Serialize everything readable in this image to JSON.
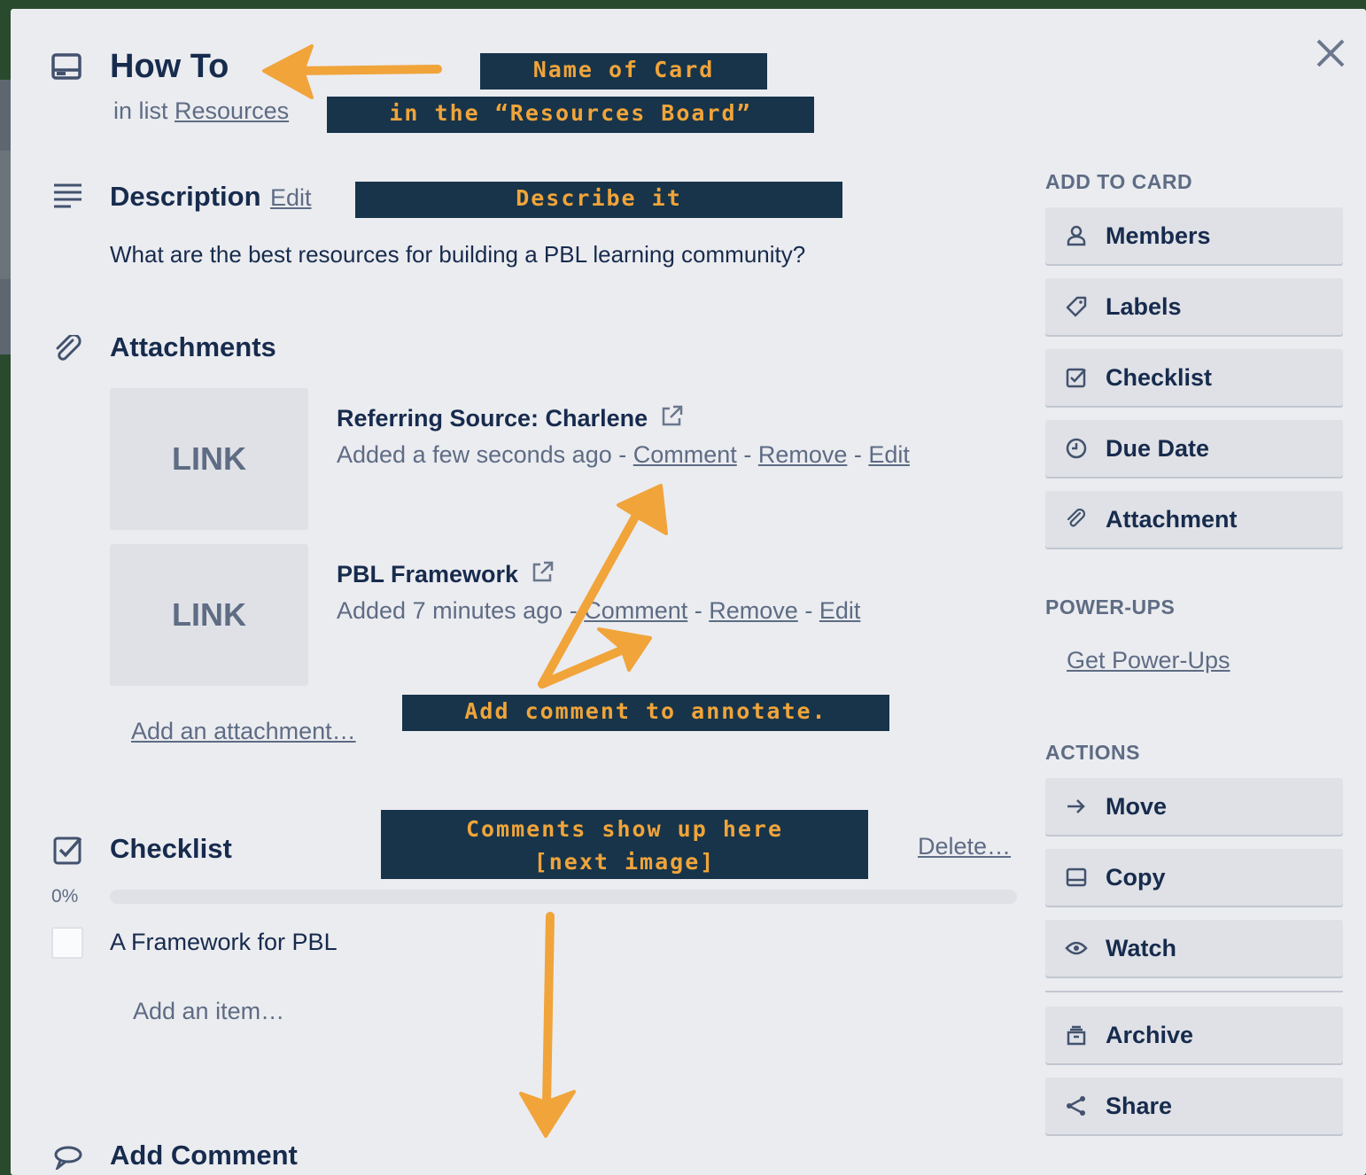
{
  "card": {
    "title": "How To",
    "in_list_prefix": "in list",
    "list_name": "Resources"
  },
  "description": {
    "heading": "Description",
    "edit_label": "Edit",
    "text": "What are the best resources for building a PBL learning community?"
  },
  "attachments": {
    "heading": "Attachments",
    "items": [
      {
        "thumb": "LINK",
        "name": "Referring Source: Charlene",
        "added": "Added a few seconds ago",
        "comment": "Comment",
        "remove": "Remove",
        "edit": "Edit"
      },
      {
        "thumb": "LINK",
        "name": "PBL Framework",
        "added": "Added 7 minutes ago",
        "comment": "Comment",
        "remove": "Remove",
        "edit": "Edit"
      }
    ],
    "separator": "-",
    "add_label": "Add an attachment…"
  },
  "checklist": {
    "heading": "Checklist",
    "delete_label": "Delete…",
    "percent": "0%",
    "progress": 0,
    "items": [
      {
        "text": "A Framework for PBL",
        "checked": false
      }
    ],
    "add_item_placeholder": "Add an item…"
  },
  "comment": {
    "heading": "Add Comment"
  },
  "sidebar": {
    "add_to_card_heading": "ADD TO CARD",
    "add_to_card": [
      {
        "label": "Members",
        "icon": "person-icon"
      },
      {
        "label": "Labels",
        "icon": "tag-icon"
      },
      {
        "label": "Checklist",
        "icon": "checkbox-icon"
      },
      {
        "label": "Due Date",
        "icon": "clock-icon"
      },
      {
        "label": "Attachment",
        "icon": "paperclip-icon"
      }
    ],
    "powerups_heading": "POWER-UPS",
    "get_powerups": "Get Power-Ups",
    "actions_heading": "ACTIONS",
    "actions": [
      {
        "label": "Move",
        "icon": "arrow-right-icon"
      },
      {
        "label": "Copy",
        "icon": "card-icon"
      },
      {
        "label": "Watch",
        "icon": "eye-icon"
      }
    ],
    "actions2": [
      {
        "label": "Archive",
        "icon": "archive-icon"
      },
      {
        "label": "Share",
        "icon": "share-icon"
      }
    ]
  },
  "callouts": {
    "name_of_card": "Name of Card",
    "resources_board": "in the “Resources Board”",
    "describe_it": "Describe it",
    "add_comment": "Add comment to annotate.",
    "comments_line1": "Comments show up here",
    "comments_line2": "[next image]"
  },
  "colors": {
    "modal_bg": "#ebecf0",
    "callout_bg": "#17344a",
    "callout_text": "#f0a43a",
    "arrow": "#f0a43a",
    "button_bg": "#dfe1e6"
  }
}
